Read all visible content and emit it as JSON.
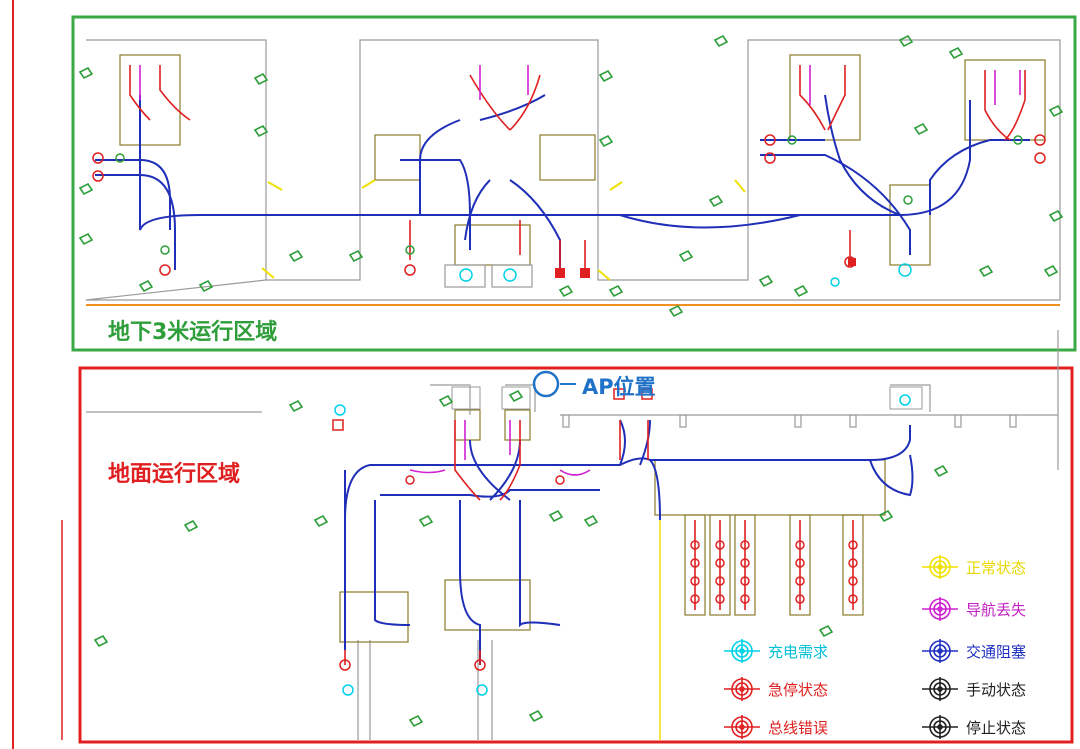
{
  "zones": {
    "underground": {
      "label": "地下3米运行区域",
      "color": "#2e9e3a",
      "border": "#3aa845"
    },
    "ground": {
      "label": "地面运行区域",
      "color": "#e02020",
      "border": "#e02020"
    }
  },
  "ap_marker": {
    "label": "AP位置",
    "color": "#1f72c8",
    "icon": "ap-circle-icon"
  },
  "legend": [
    {
      "key": "charging",
      "label": "充电需求",
      "color": "#00d0e8",
      "icon": "target-icon"
    },
    {
      "key": "estop",
      "label": "急停状态",
      "color": "#e02020",
      "icon": "target-icon"
    },
    {
      "key": "bus-error",
      "label": "总线错误",
      "color": "#e02020",
      "icon": "target-icon"
    },
    {
      "key": "normal",
      "label": "正常状态",
      "color": "#f0e000",
      "icon": "target-icon"
    },
    {
      "key": "nav-lost",
      "label": "导航丢失",
      "color": "#d020d0",
      "icon": "target-icon"
    },
    {
      "key": "traffic",
      "label": "交通阻塞",
      "color": "#2030c0",
      "icon": "target-icon"
    },
    {
      "key": "manual",
      "label": "手动状态",
      "color": "#202020",
      "icon": "target-icon"
    },
    {
      "key": "stopped",
      "label": "停止状态",
      "color": "#202020",
      "icon": "target-icon"
    }
  ],
  "route_colors": {
    "path": "#1f2fb8",
    "branch": "#e02020",
    "wall": "#9a9a9a",
    "zone_box": "#8a7a2a",
    "agv": "#2e9e3a"
  }
}
